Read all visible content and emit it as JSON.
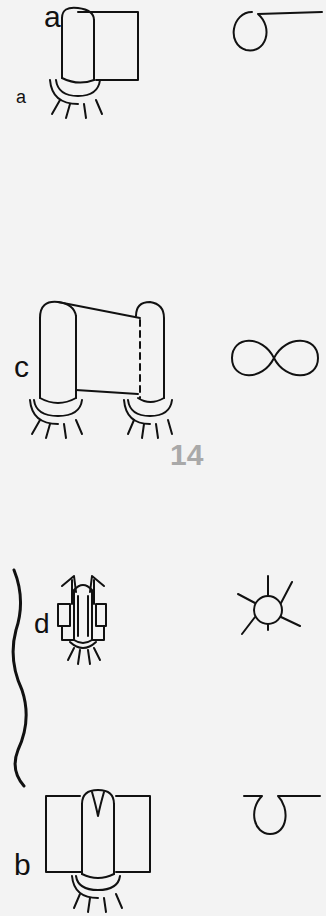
{
  "diagram": {
    "labels": [
      "a",
      "a",
      "c",
      "14",
      "d",
      "b"
    ]
  }
}
